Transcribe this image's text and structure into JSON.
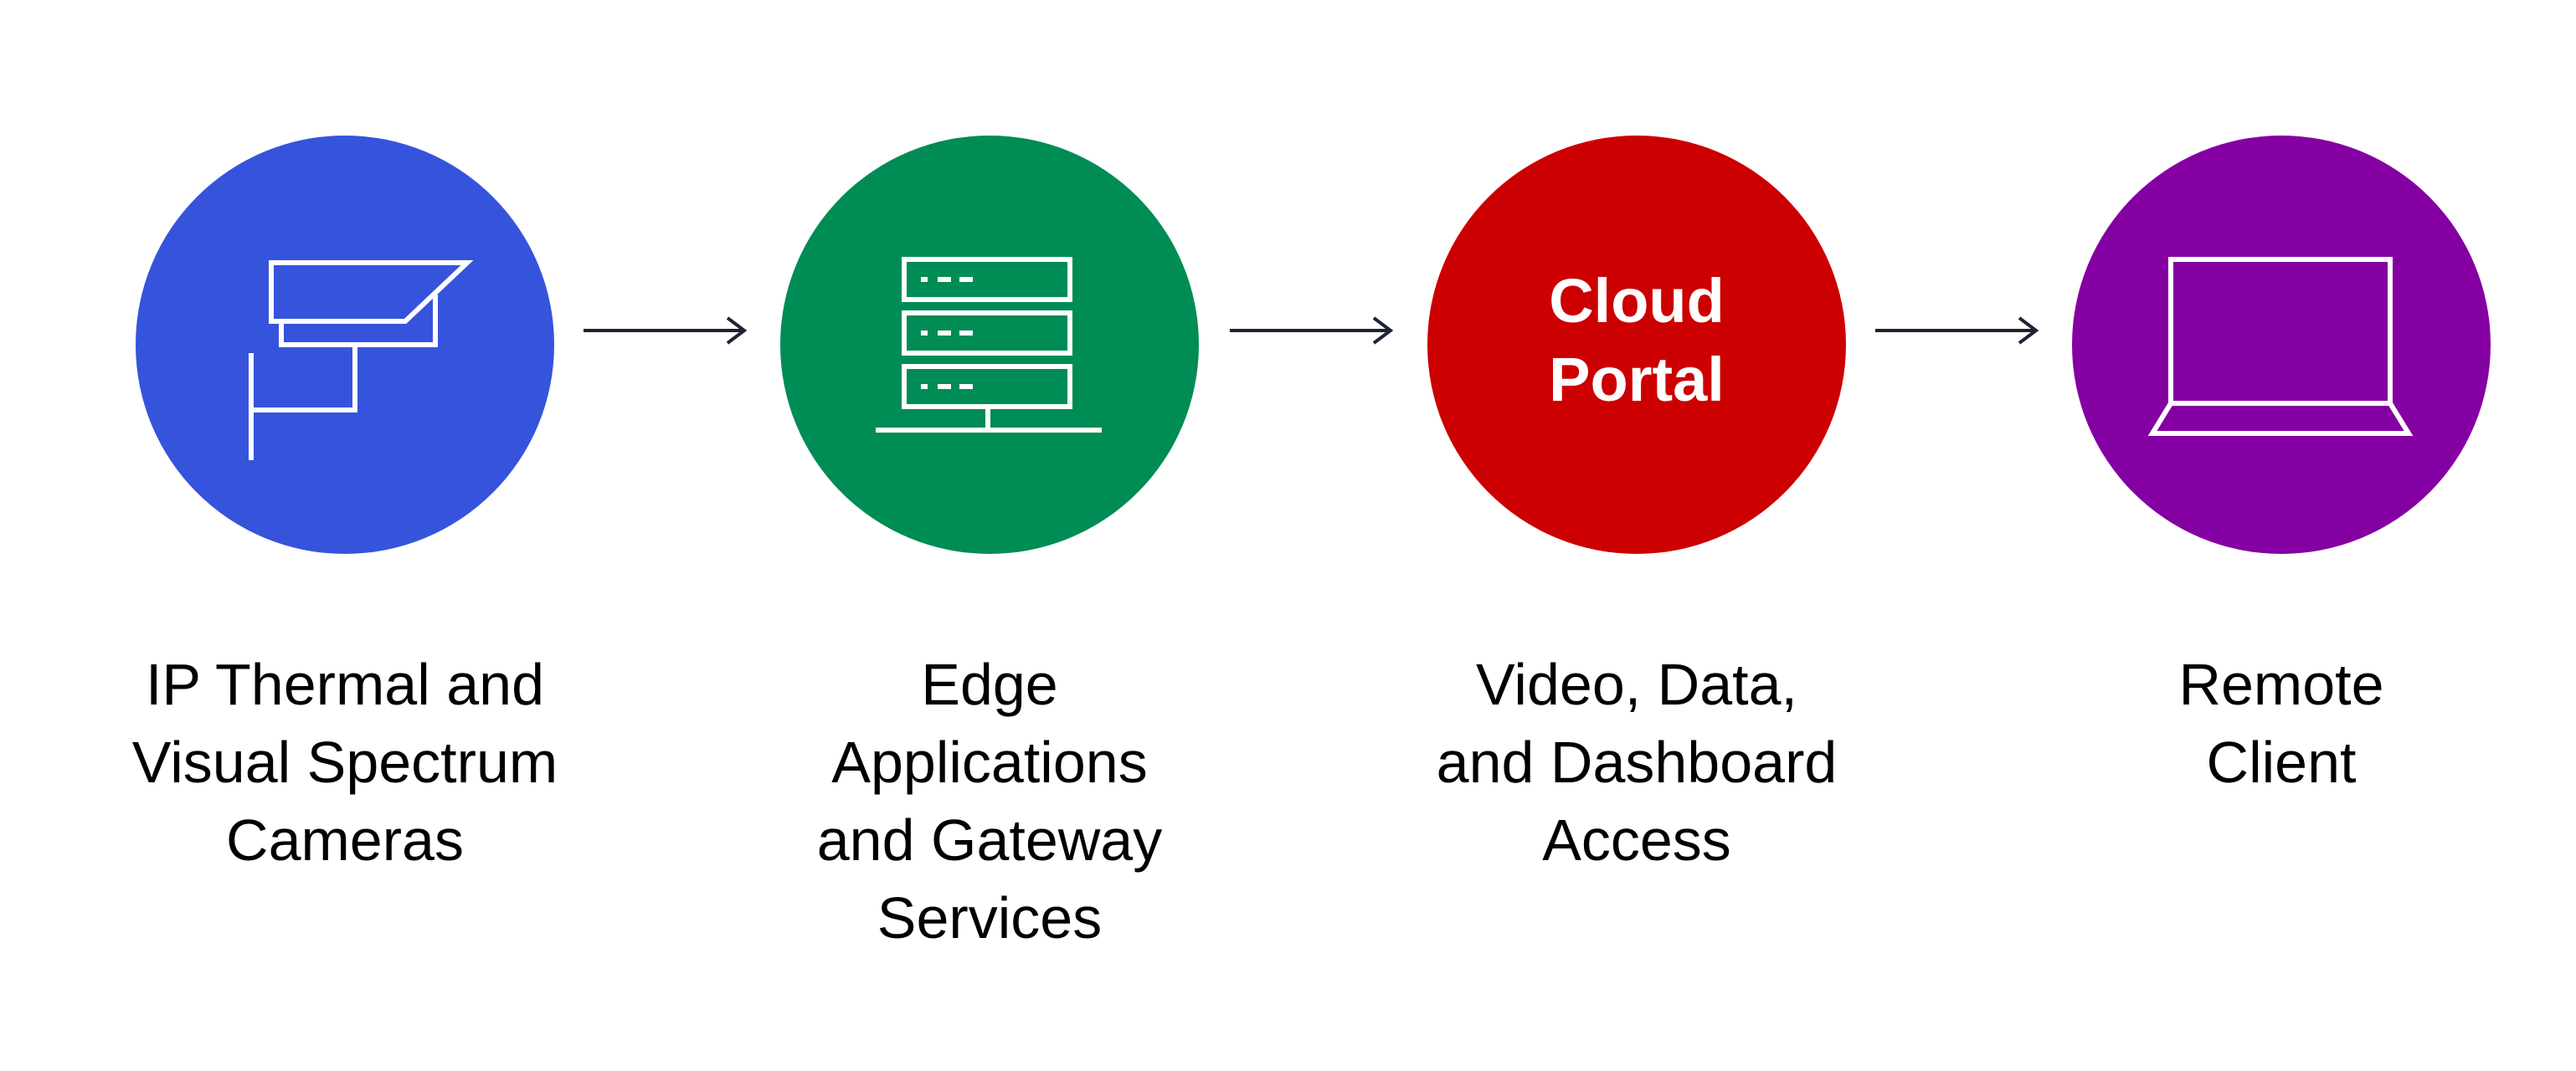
{
  "colors": {
    "camera_node": "#3653DC",
    "edge_node": "#008C55",
    "cloud_node": "#CC0000",
    "client_node": "#8500A2",
    "arrow": "#1E2233",
    "icon_stroke": "#ffffff",
    "caption_text": "#000000"
  },
  "nodes": [
    {
      "icon": "security-camera-icon",
      "caption_lines": [
        "IP Thermal and",
        "Visual Spectrum",
        "Cameras"
      ]
    },
    {
      "icon": "server-rack-icon",
      "caption_lines": [
        "Edge",
        "Applications",
        "and Gateway",
        "Services"
      ]
    },
    {
      "circle_text_lines": [
        "Cloud",
        "Portal"
      ],
      "caption_lines": [
        "Video, Data,",
        "and Dashboard",
        "Access"
      ]
    },
    {
      "icon": "laptop-icon",
      "caption_lines": [
        "Remote",
        "Client"
      ]
    }
  ]
}
